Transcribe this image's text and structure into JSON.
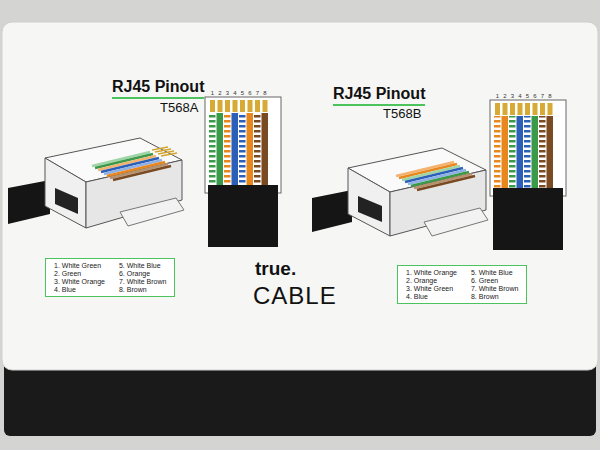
{
  "diagram": {
    "nodes": [
      {
        "text": [
          "1. White Green",
          "2. Green",
          "3. White Orange",
          "4. Blue",
          "5. White Blue",
          "6. Orange",
          "7. White Brown",
          "8. Brown"
        ]
      },
      {
        "text": [
          "1. White Orange",
          "2. Orange",
          "3. White Green",
          "4. Blue",
          "5. White Blue",
          "6. Green",
          "7. White Brown",
          "8. Brown"
        ]
      }
    ],
    "labels": [
      "RJ45 Pinout",
      "T568A",
      "1",
      "2",
      "3",
      "4",
      "5",
      "6",
      "7",
      "8",
      "RJ45 Pinout",
      "T568B",
      "1",
      "2",
      "3",
      "4",
      "5",
      "6",
      "7",
      "8",
      "true.",
      "CABLE"
    ]
  }
}
